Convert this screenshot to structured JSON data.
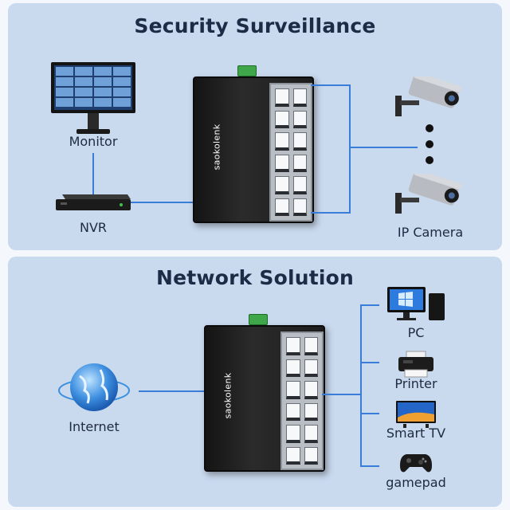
{
  "top_section": {
    "title": "Security Surveillance",
    "labels": {
      "monitor": "Monitor",
      "nvr": "NVR",
      "ip_camera": "IP Camera"
    }
  },
  "bottom_section": {
    "title": "Network Solution",
    "labels": {
      "internet": "Internet",
      "pc": "PC",
      "printer": "Printer",
      "smart_tv": "Smart TV",
      "gamepad": "gamepad"
    }
  },
  "switch": {
    "brand": "saokolenk",
    "port_count": 12
  },
  "colors": {
    "panel_bg": "#c9d9ee",
    "wire": "#3a7dd8",
    "switch_body": "#1c1c1c",
    "terminal": "#3fa64a"
  },
  "icons": [
    "monitor-icon",
    "nvr-icon",
    "ip-camera-icon",
    "globe-icon",
    "pc-icon",
    "printer-icon",
    "smart-tv-icon",
    "gamepad-icon"
  ]
}
